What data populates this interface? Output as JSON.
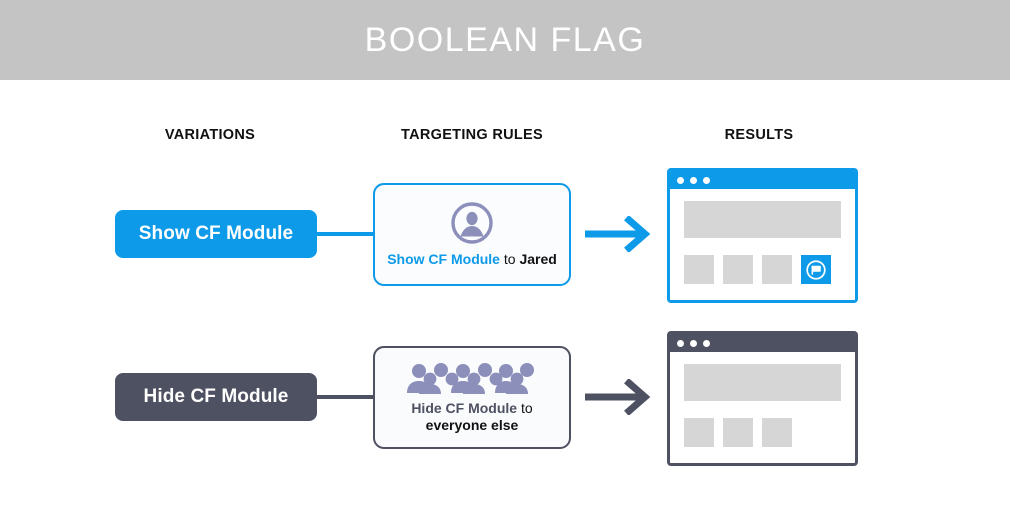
{
  "header": {
    "title": "BOOLEAN FLAG",
    "background_color": "#c4c4c4",
    "text_color": "#ffffff"
  },
  "columns": {
    "variations": "VARIATIONS",
    "targeting_rules": "TARGETING RULES",
    "results": "RESULTS"
  },
  "colors": {
    "accent_blue": "#0d9ae8",
    "slate_gray": "#4e5162",
    "icon_purple": "#8b8fba",
    "placeholder_gray": "#d6d6d6"
  },
  "rows": [
    {
      "variation": {
        "label": "Show CF Module",
        "color": "#0d9ae8",
        "text_color": "#ffffff"
      },
      "rule": {
        "icon": "single-user-icon",
        "flag_label": "Show CF Module",
        "connector_word": "to",
        "audience": "Jared",
        "flag_label_color": "#0d9ae8",
        "border_color": "#0d9ae8"
      },
      "arrow": {
        "color": "#0d9ae8"
      },
      "result": {
        "window_label": "browser-window-with-cf-module",
        "chrome_color": "#0d9ae8",
        "dot_count": 3,
        "tiles": [
          "blank",
          "blank",
          "blank",
          "cf-module"
        ],
        "cf_tile_icon": "chat-flag-icon"
      }
    },
    {
      "variation": {
        "label": "Hide CF Module",
        "color": "#4e5162",
        "text_color": "#ffffff"
      },
      "rule": {
        "icon": "group-of-people-icon",
        "flag_label": "Hide CF Module",
        "connector_word": "to",
        "audience": "everyone else",
        "flag_label_color": "#4e5162",
        "border_color": "#4e5162"
      },
      "arrow": {
        "color": "#4e5162"
      },
      "result": {
        "window_label": "browser-window-without-cf-module",
        "chrome_color": "#4e5162",
        "dot_count": 3,
        "tiles": [
          "blank",
          "blank",
          "blank"
        ],
        "cf_tile_icon": null
      }
    }
  ]
}
